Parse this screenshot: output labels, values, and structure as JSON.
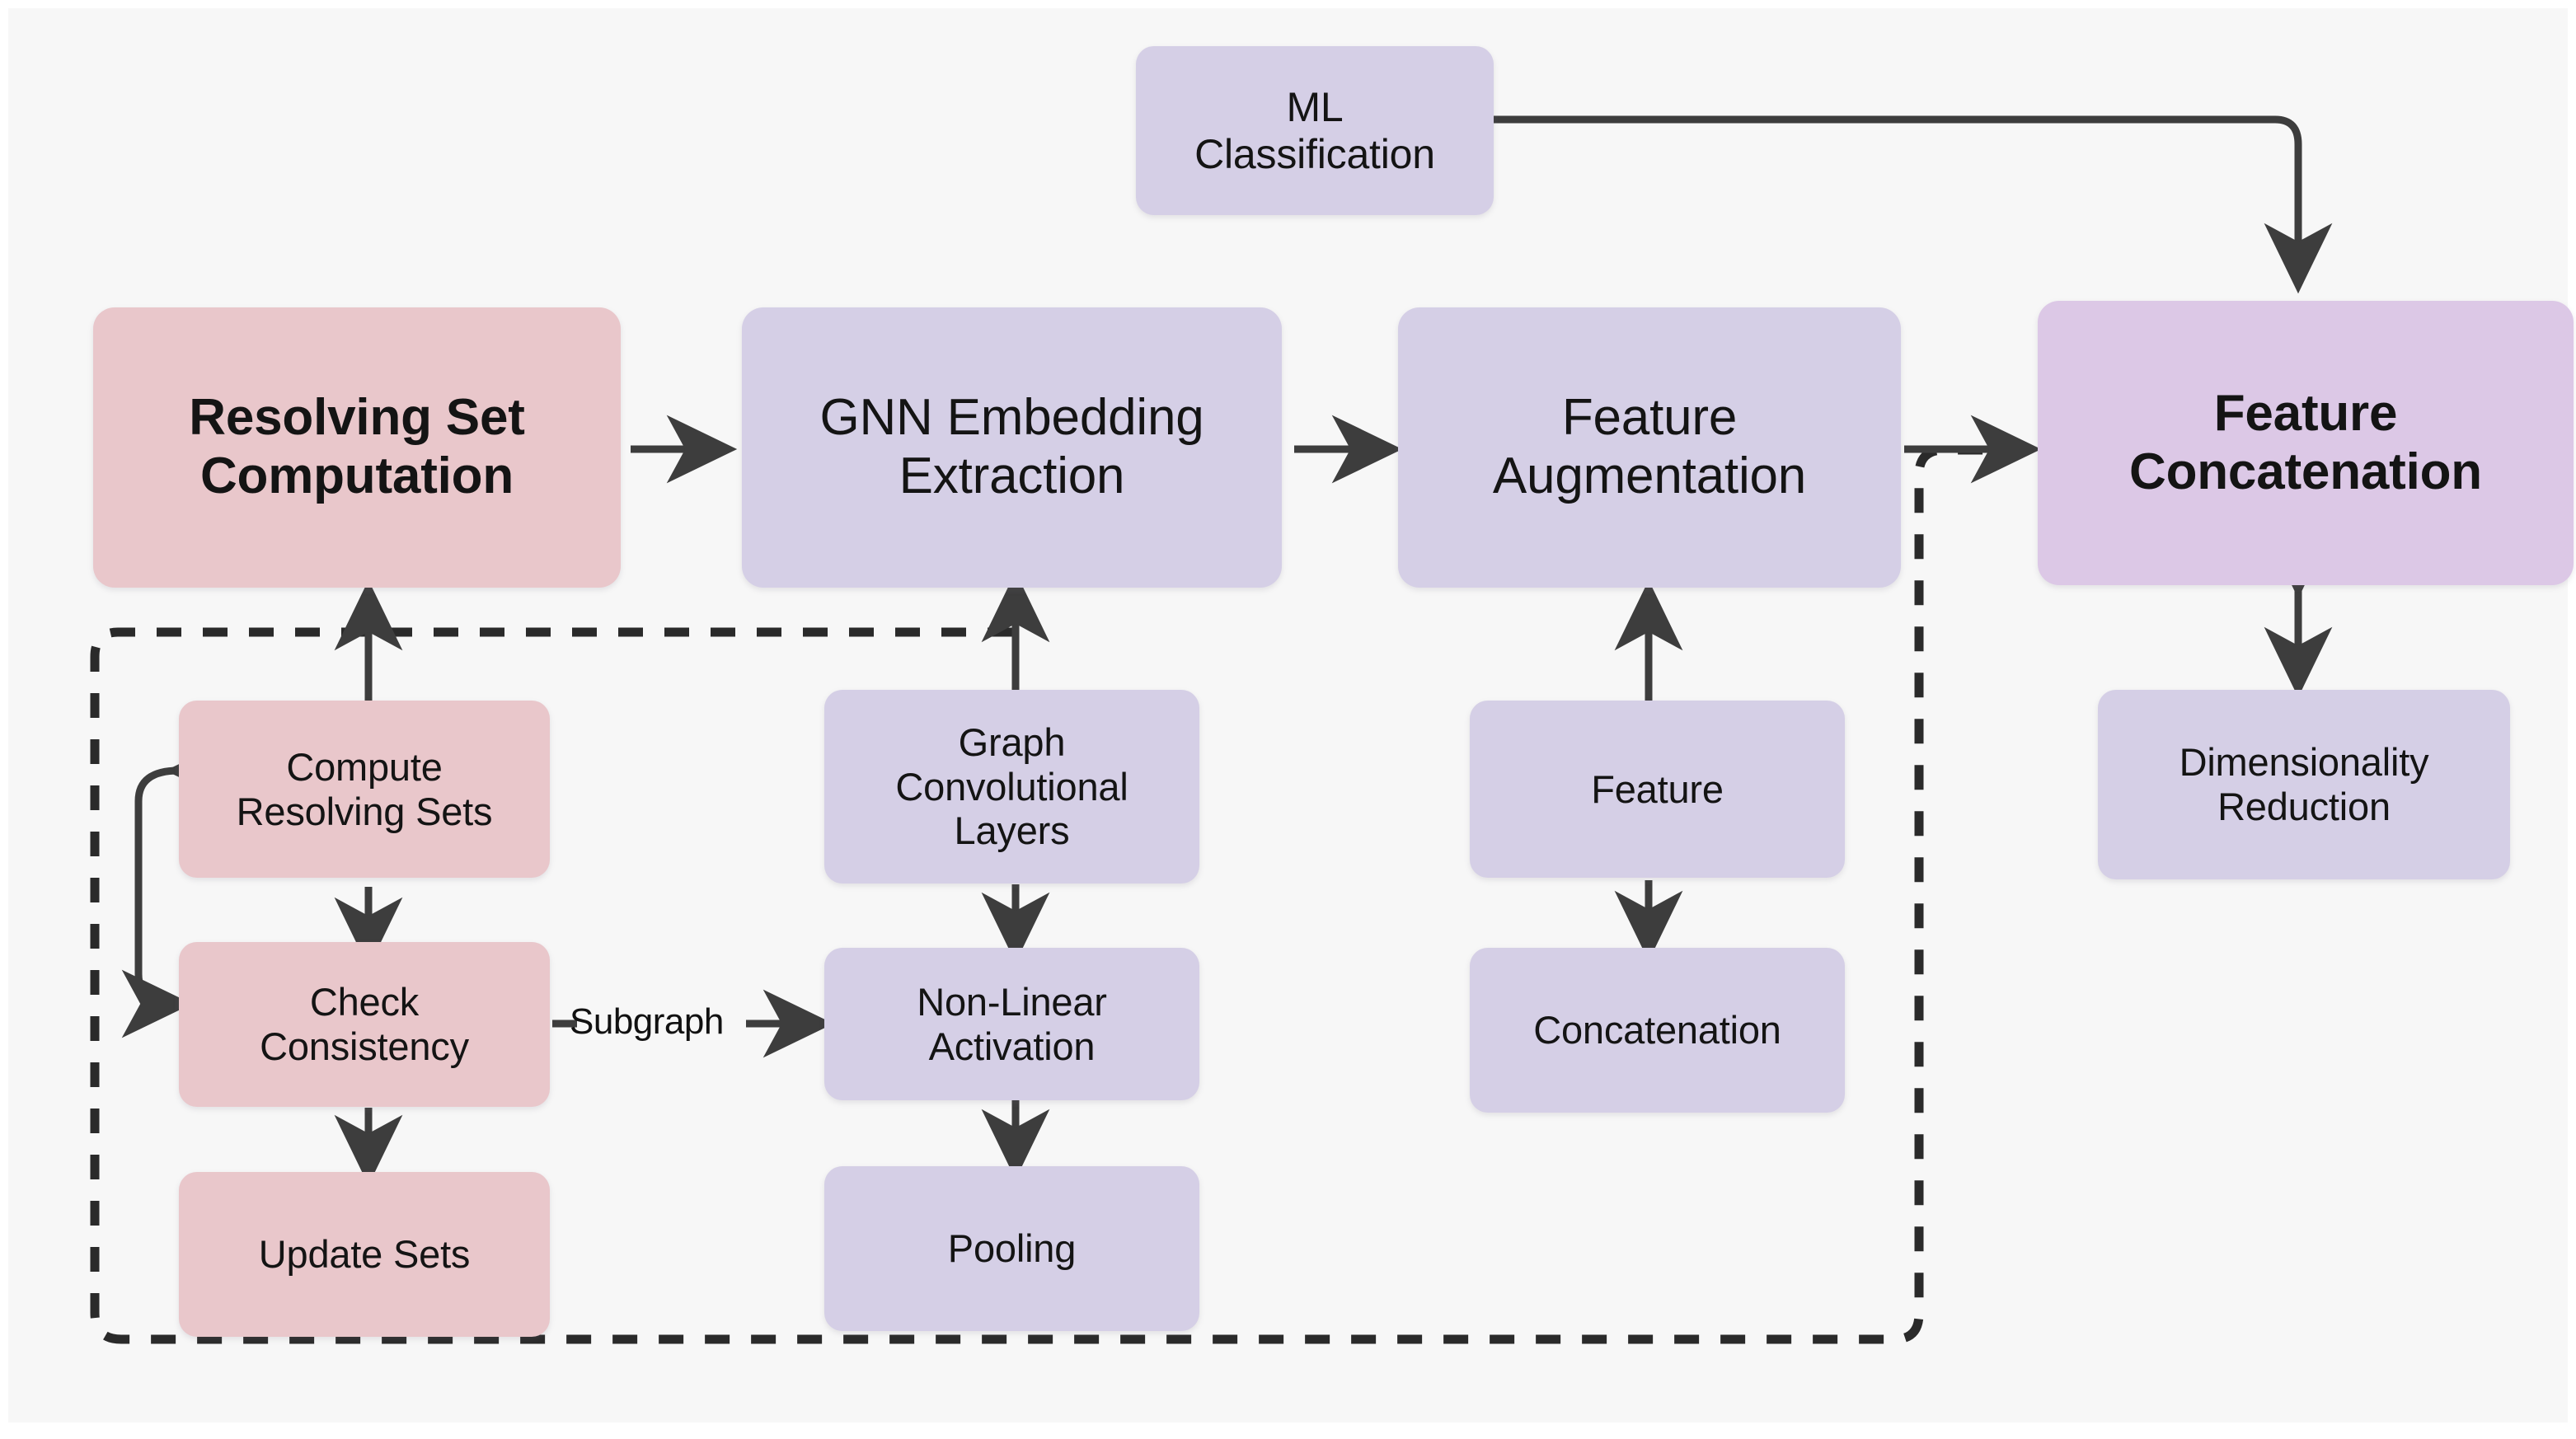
{
  "diagram": {
    "title": "GNN Graph Classification Pipeline",
    "background_color": "#f7f7f7",
    "palette": {
      "pink": "#e9c7cb",
      "lavender": "#d5cfe6",
      "lavender_strong": "#dcc8e6",
      "edge": "#3d3d3d",
      "text": "#141414"
    }
  },
  "nodes": {
    "ml_classification": "ML\nClassification",
    "resolving_set_computation": "Resolving Set\nComputation",
    "gnn_embedding_extraction": "GNN Embedding\nExtraction",
    "feature_augmentation": "Feature\nAugmentation",
    "feature_concatenation": "Feature\nConcatenation",
    "compute_resolving_sets": "Compute\nResolving Sets",
    "check_consistency": "Check\nConsistency",
    "update_sets": "Update Sets",
    "graph_convolutional_layers": "Graph\nConvolutional\nLayers",
    "non_linear_activation": "Non-Linear\nActivation",
    "pooling": "Pooling",
    "feature": "Feature",
    "concatenation": "Concatenation",
    "dimensionality_reduction": "Dimensionality\nReduction"
  },
  "edge_labels": {
    "subgraph": "Subgraph"
  },
  "edges": [
    {
      "from": "resolving_set_computation",
      "to": "gnn_embedding_extraction",
      "style": "solid",
      "arrow": "single"
    },
    {
      "from": "gnn_embedding_extraction",
      "to": "feature_augmentation",
      "style": "solid",
      "arrow": "single"
    },
    {
      "from": "feature_augmentation",
      "to": "feature_concatenation",
      "style": "solid",
      "arrow": "single"
    },
    {
      "from": "ml_classification",
      "to": "feature_concatenation",
      "style": "solid",
      "arrow": "single"
    },
    {
      "from": "feature_concatenation",
      "to": "dimensionality_reduction",
      "style": "solid",
      "arrow": "double"
    },
    {
      "from": "compute_resolving_sets",
      "to": "resolving_set_computation",
      "style": "solid",
      "arrow": "single"
    },
    {
      "from": "compute_resolving_sets",
      "to": "check_consistency",
      "style": "solid",
      "arrow": "single"
    },
    {
      "from": "check_consistency",
      "to": "update_sets",
      "style": "solid",
      "arrow": "single"
    },
    {
      "from": "check_consistency",
      "to": "compute_resolving_sets",
      "style": "solid",
      "arrow": "double-loop"
    },
    {
      "from": "check_consistency",
      "to": "non_linear_activation",
      "style": "solid",
      "arrow": "single",
      "label": "Subgraph"
    },
    {
      "from": "graph_convolutional_layers",
      "to": "gnn_embedding_extraction",
      "style": "solid",
      "arrow": "single"
    },
    {
      "from": "graph_convolutional_layers",
      "to": "non_linear_activation",
      "style": "solid",
      "arrow": "single"
    },
    {
      "from": "non_linear_activation",
      "to": "pooling",
      "style": "solid",
      "arrow": "single"
    },
    {
      "from": "feature",
      "to": "feature_augmentation",
      "style": "solid",
      "arrow": "single"
    },
    {
      "from": "feature",
      "to": "concatenation",
      "style": "solid",
      "arrow": "single"
    },
    {
      "from": "detail_group",
      "to": "feature_concatenation",
      "style": "dashed",
      "arrow": "none"
    }
  ]
}
